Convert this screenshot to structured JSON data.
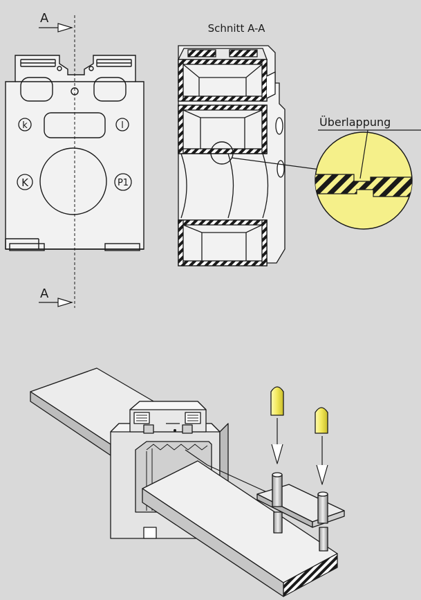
{
  "labels": {
    "section_marker_top": "A",
    "section_marker_bottom": "A",
    "section_title": "Schnitt A-A",
    "overlap_label": "Überlappung",
    "terminal_k_small": "k",
    "terminal_l_small": "l",
    "terminal_k_large": "K",
    "terminal_p1": "P1"
  },
  "colors": {
    "background": "#d9d9d9",
    "line": "#1a1a1a",
    "highlight_yellow": "#f5f08a",
    "cap_yellow": "#f2e85a",
    "body_white": "#f2f2f2"
  }
}
